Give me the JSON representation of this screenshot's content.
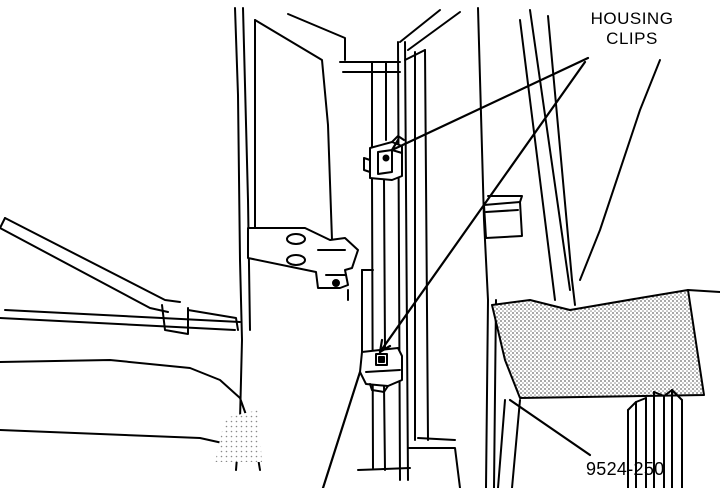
{
  "illustration": {
    "label_lines": [
      "HOUSING",
      "CLIPS"
    ],
    "figure_number": "9524-250",
    "line_color": "#000000",
    "fill_color": "#ffffff",
    "stipple_color": "#7a7a7a"
  }
}
